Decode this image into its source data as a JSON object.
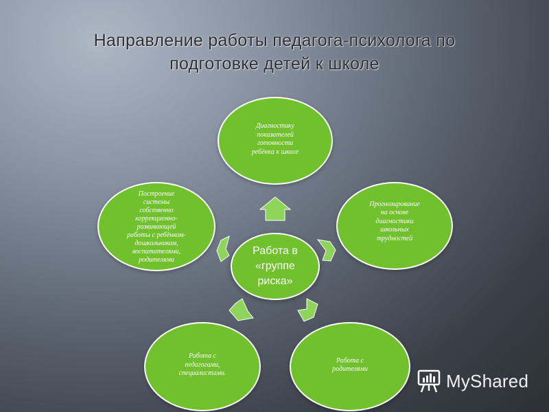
{
  "slide": {
    "title_line1": "Направление работы педагога-психолога по",
    "title_line2": "подготовке детей к школе"
  },
  "diagram": {
    "center": {
      "line1": "Работа в",
      "line2": "«группе",
      "line3": "риска»"
    },
    "nodes": [
      {
        "id": "top",
        "lines": [
          "Диагностику",
          "показателей",
          "готовности",
          "ребёнка к школе"
        ]
      },
      {
        "id": "right",
        "lines": [
          "Прогнозирование",
          "на основе",
          "диагностики",
          "школьных",
          "трудностей"
        ]
      },
      {
        "id": "bottom-right",
        "lines": [
          "Работа с",
          "родителями"
        ]
      },
      {
        "id": "bottom-left",
        "lines": [
          "Работа с",
          "педагогами,",
          "специалистами."
        ]
      },
      {
        "id": "left",
        "lines": [
          "Построение",
          "системы",
          "собственно",
          "коррекционно-",
          "развивающей",
          "работы с ребёнком-",
          "дошкольником,",
          "воспитателями,",
          "родителями"
        ]
      }
    ],
    "colors": {
      "node_fill": "#71c02e",
      "arrow_fill": "#8ed35a",
      "text": "#ffffff"
    }
  },
  "watermark": {
    "text": "MyShared",
    "icon": "presentation-board-icon"
  }
}
